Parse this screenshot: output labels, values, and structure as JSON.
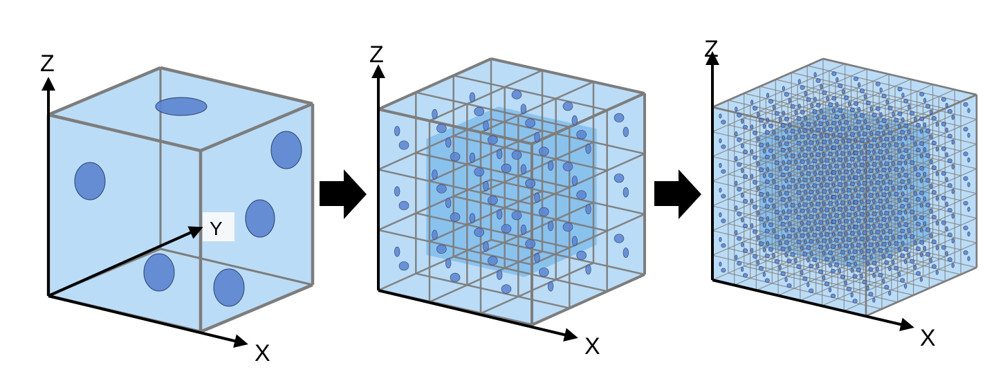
{
  "colors": {
    "face": "#a9d3f4",
    "inner": "#5aa7e6",
    "edge": "#7d7d7d",
    "dot": "#5b84cf",
    "dot_stroke": "#2b3f73",
    "axis": "#000000",
    "arrow": "#000000"
  },
  "panels": [
    {
      "grid": 1,
      "axis_labels": {
        "x": "X",
        "y": "Y",
        "z": "Z"
      }
    },
    {
      "grid": 3,
      "axis_labels": {
        "x": "X",
        "z": "Z"
      }
    },
    {
      "grid": 7,
      "axis_labels": {
        "x": "X",
        "z": "Z"
      }
    }
  ],
  "transition_icons": [
    "right-arrow-icon",
    "right-arrow-icon"
  ]
}
